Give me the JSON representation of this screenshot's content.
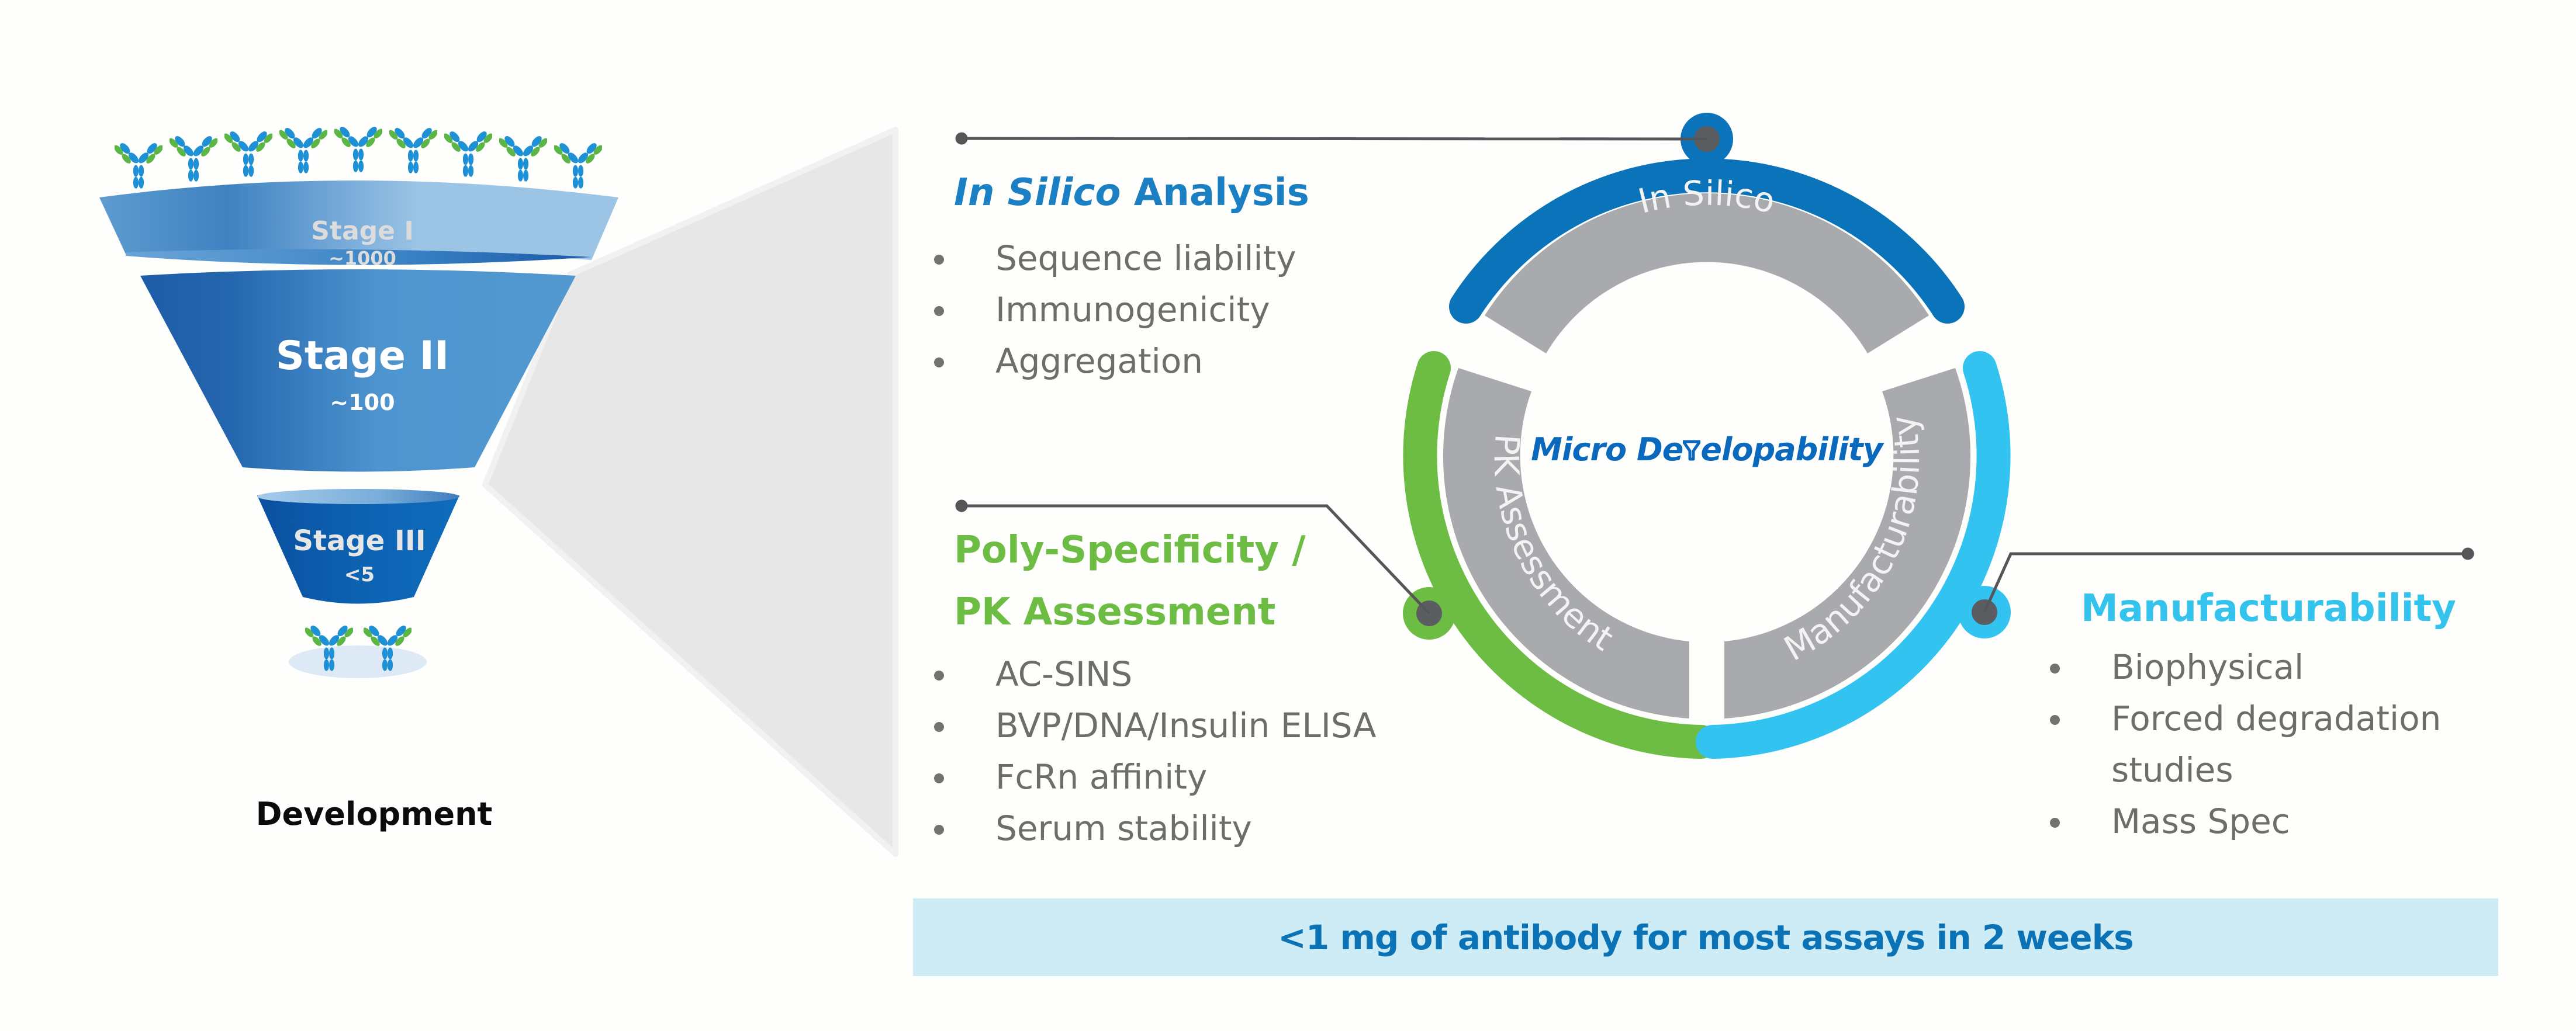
{
  "funnel": {
    "stages": [
      {
        "label": "Stage I",
        "count": "~1000"
      },
      {
        "label": "Stage II",
        "count": "~100"
      },
      {
        "label": "Stage III",
        "count": "<5"
      }
    ],
    "output_label": "Development",
    "antibody_icon": "antibody-icon",
    "top_antibody_count": 9,
    "bottom_antibody_count": 2
  },
  "center_diagram": {
    "title_prefix": "Micro De",
    "title_funnel_glyph": "funnel-v-icon",
    "title_suffix": "elopability",
    "title_full": "Micro Developability",
    "segments": [
      {
        "label": "In Silico",
        "color": "#0a73b9"
      },
      {
        "label": "PK Assessment",
        "color": "#6dbd44"
      },
      {
        "label": "Manufacturability",
        "color": "#33c3f0"
      }
    ],
    "inner_color": "#a7a8ab"
  },
  "sections": {
    "in_silico": {
      "title_italic": "In Silico",
      "title_rest": " Analysis",
      "color": "#1b7fc4",
      "items": [
        "Sequence liability",
        "Immunogenicity",
        "Aggregation"
      ]
    },
    "pk": {
      "title_line1": "Poly-Specificity /",
      "title_line2": "PK Assessment",
      "color": "#6dbd44",
      "items": [
        "AC-SINS",
        "BVP/DNA/Insulin ELISA",
        "FcRn affinity",
        "Serum stability"
      ]
    },
    "manufacturability": {
      "title": "Manufacturability",
      "color": "#33c3ec",
      "items": [
        "Biophysical",
        "Forced degradation",
        "studies",
        "Mass Spec"
      ]
    }
  },
  "banner": {
    "text": "<1 mg of antibody for most assays in 2 weeks",
    "background": "#cdecf6",
    "text_color": "#0a72b5"
  }
}
